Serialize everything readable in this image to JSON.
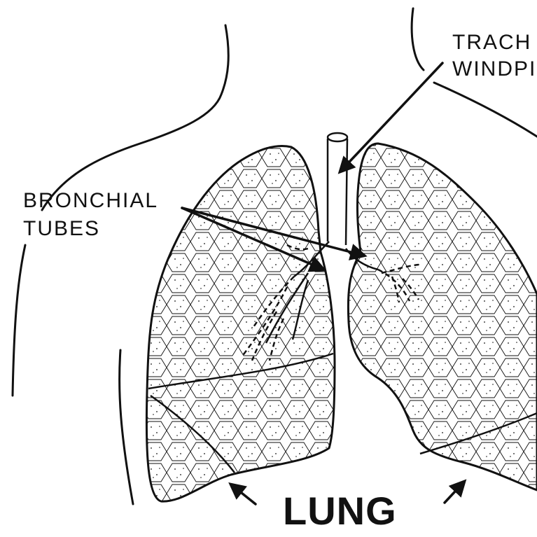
{
  "labels": {
    "trachea_line1": "TRACH",
    "trachea_line2": "WINDPI",
    "bronchial_line1": "BRONCHIAL",
    "bronchial_line2": "TUBES",
    "lung": "LUNG"
  },
  "colors": {
    "ink": "#111111",
    "background": "#ffffff"
  }
}
